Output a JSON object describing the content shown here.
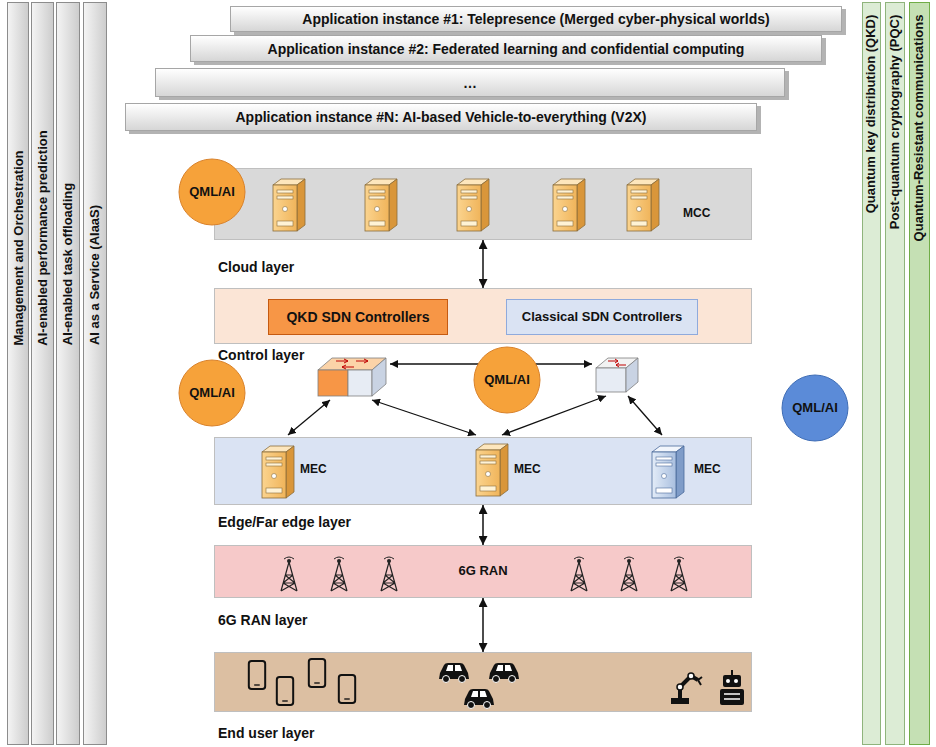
{
  "diagram": {
    "nodes": [
      {
        "text": [
          "Management and Orchestration"
        ]
      },
      {
        "text": [
          "AI-enabled performance prediction"
        ]
      },
      {
        "text": [
          "AI-enabled task offloading"
        ]
      },
      {
        "text": [
          "AI as a Service (AIaaS)"
        ]
      },
      {
        "text": [
          "Quantum key distribution (QKD)"
        ]
      },
      {
        "text": [
          "Post-quantum cryptography (PQC)"
        ]
      },
      {
        "text": [
          "Quantum-Resistant communications"
        ]
      },
      {
        "text": [
          "Application instance #1: Telepresence (Merged cyber-physical worlds)"
        ]
      },
      {
        "text": [
          "Application instance #2: Federated learning and confidential computing"
        ]
      },
      {
        "text": [
          "…"
        ]
      },
      {
        "text": [
          "Application instance #N: AI-based Vehicle-to-everything (V2X)"
        ]
      },
      {
        "text": [
          "Cloud layer"
        ]
      },
      {
        "text": [
          "QML/AI"
        ]
      },
      {
        "text": [
          "Control layer"
        ]
      },
      {
        "text": [
          "QKD SDN Controllers"
        ],
        "in": 13
      },
      {
        "text": [
          "Classical SDN Controllers"
        ],
        "in": 13
      },
      {
        "text": [
          "QML/AI"
        ]
      },
      {
        "text": [
          "QML/AI"
        ]
      },
      {
        "text": [
          "QML/AI"
        ]
      },
      {
        "text": [
          "Edge/Far edge layer"
        ]
      },
      {
        "text": [
          "6G RAN",
          "6G RAN layer"
        ]
      },
      {
        "text": [
          "End user layer"
        ]
      }
    ],
    "edges": [
      {
        "from": 11,
        "to": 13,
        "arrow": "both"
      },
      {
        "from": 19,
        "to": 20,
        "arrow": "both"
      },
      {
        "from": 20,
        "to": 21,
        "arrow": "both"
      }
    ],
    "labels": [
      "MCC",
      "MEC",
      "MEC",
      "MEC"
    ]
  }
}
